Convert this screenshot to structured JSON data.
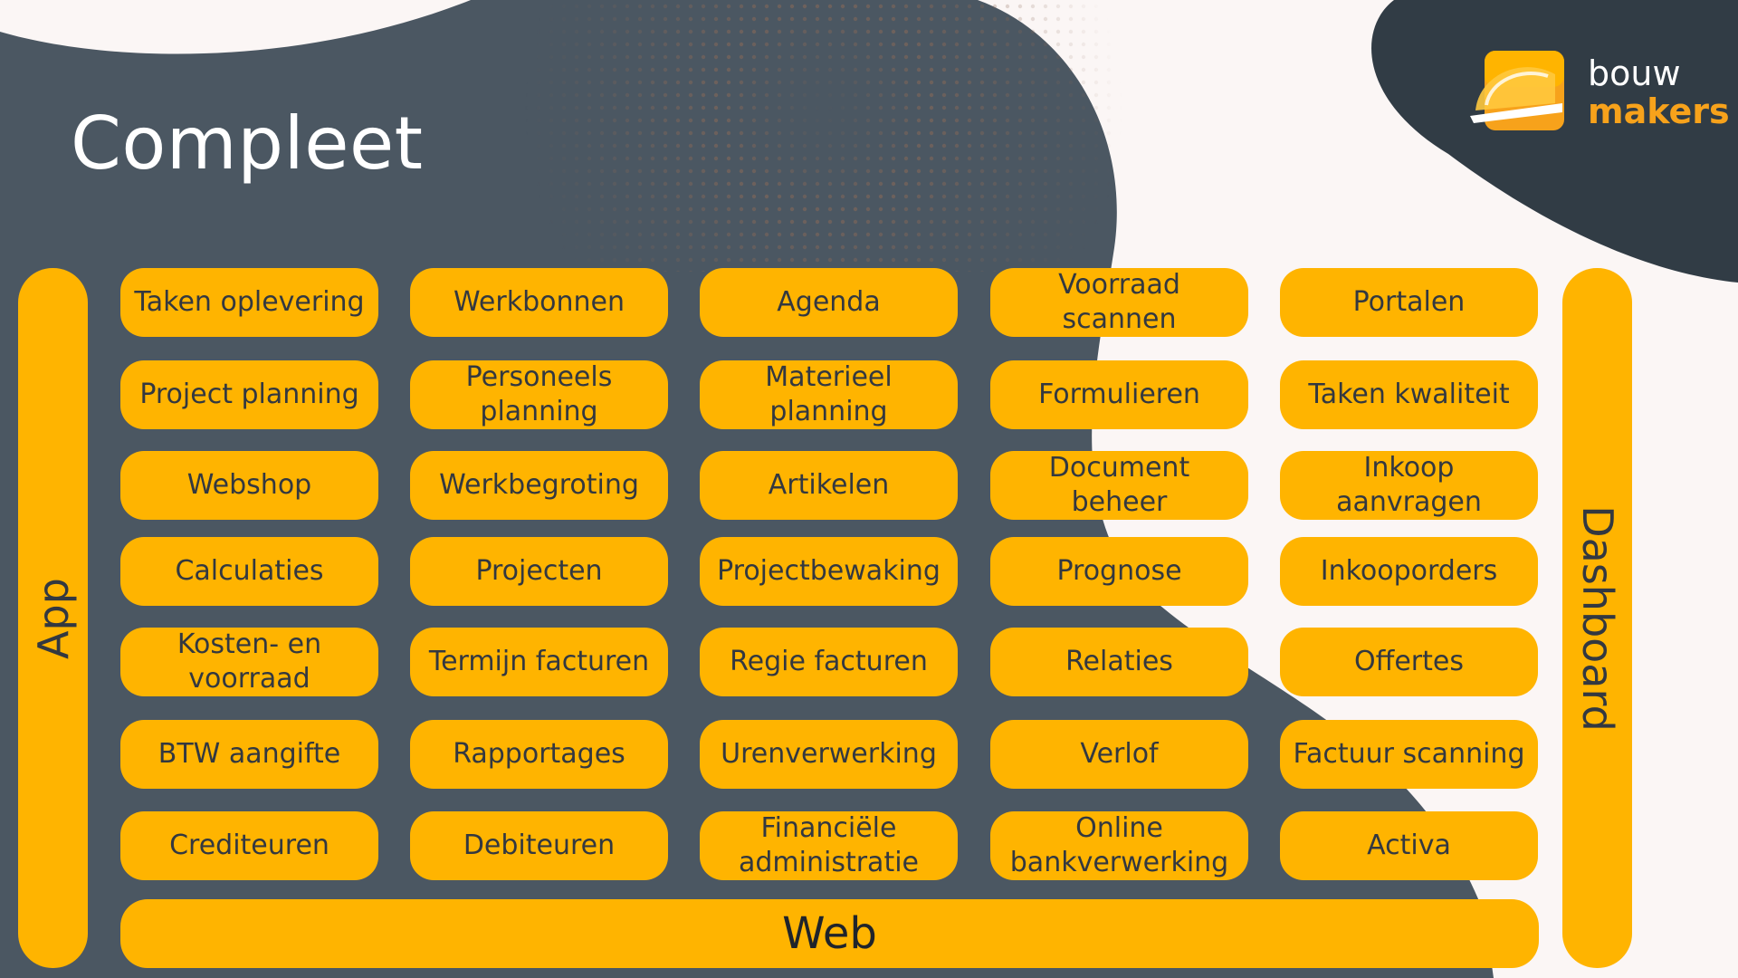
{
  "title": "Compleet",
  "logo": {
    "line1": "bouw",
    "line2": "makers"
  },
  "sides": {
    "left": "App",
    "right": "Dashboard",
    "bottom": "Web"
  },
  "grid": [
    [
      "Taken oplevering",
      "Werkbonnen",
      "Agenda",
      "Voorraad scannen",
      "Portalen"
    ],
    [
      "Project planning",
      "Personeels planning",
      "Materieel planning",
      "Formulieren",
      "Taken kwaliteit"
    ],
    [
      "Webshop",
      "Werkbegroting",
      "Artikelen",
      "Document beheer",
      "Inkoop aanvragen"
    ],
    [
      "Calculaties",
      "Projecten",
      "Projectbewaking",
      "Prognose",
      "Inkooporders"
    ],
    [
      "Kosten- en voorraad",
      "Termijn facturen",
      "Regie facturen",
      "Relaties",
      "Offertes"
    ],
    [
      "BTW aangifte",
      "Rapportages",
      "Urenverwerking",
      "Verlof",
      "Factuur scanning"
    ],
    [
      "Crediteuren",
      "Debiteuren",
      "Financiële administratie",
      "Online bankverwerking",
      "Activa"
    ]
  ],
  "colors": {
    "accent": "#ffb400",
    "dark": "#4b5762",
    "logo_orange": "#f7a21b",
    "background": "#fbf6f5"
  }
}
